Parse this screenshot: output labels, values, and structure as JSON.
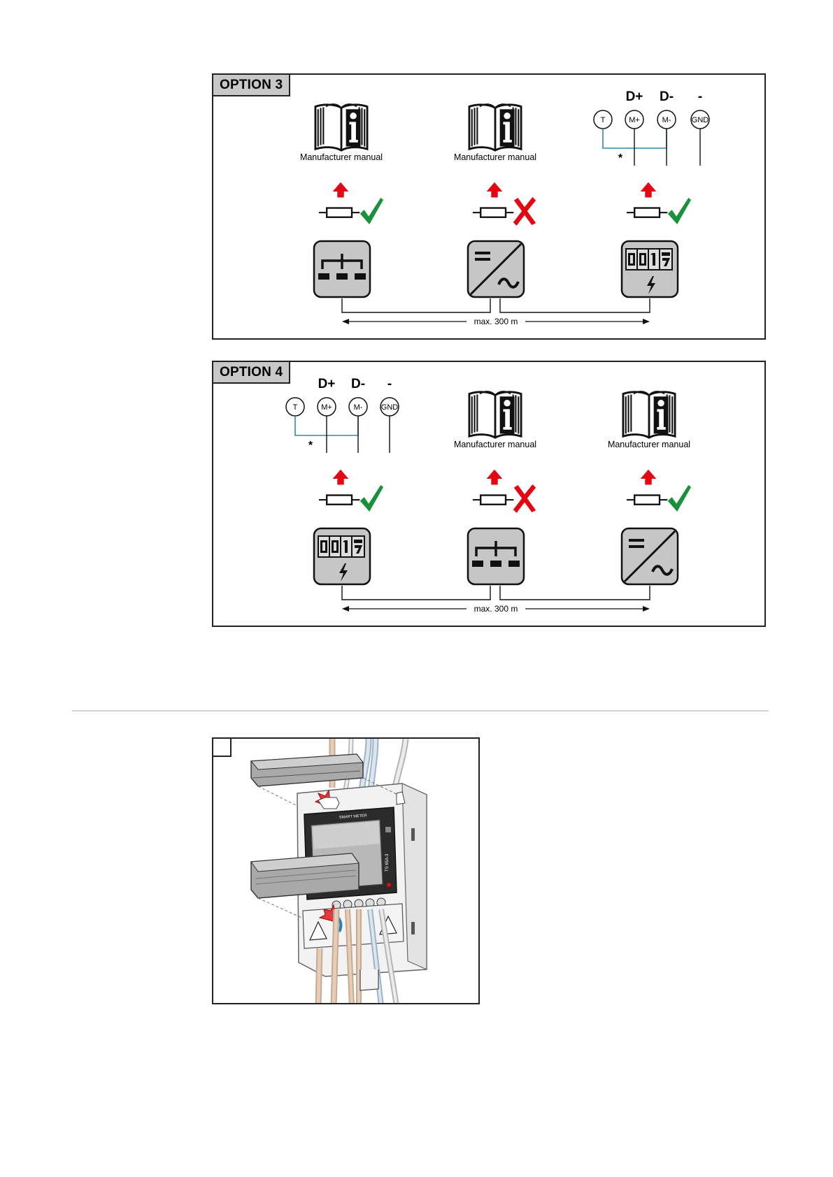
{
  "option3": {
    "label": "OPTION 3",
    "manual_left": "Manufacturer manual",
    "manual_mid": "Manufacturer manual",
    "terminals": {
      "dplus": "D+",
      "dminus": "D-",
      "gnd_sign": "-",
      "t": "T",
      "mplus": "M+",
      "mminus": "M-",
      "gnd": "GND",
      "asterisk": "*"
    },
    "distance": "max. 300 m",
    "terminations": [
      "ok",
      "not-allowed",
      "ok"
    ],
    "devices": [
      "battery-icon",
      "inverter-icon",
      "energy-meter-icon"
    ],
    "meter_digits": "001"
  },
  "option4": {
    "label": "OPTION 4",
    "manual_mid": "Manufacturer manual",
    "manual_right": "Manufacturer manual",
    "terminals": {
      "dplus": "D+",
      "dminus": "D-",
      "gnd_sign": "-",
      "t": "T",
      "mplus": "M+",
      "mminus": "M-",
      "gnd": "GND",
      "asterisk": "*"
    },
    "distance": "max. 300 m",
    "terminations": [
      "ok",
      "not-allowed",
      "ok"
    ],
    "devices": [
      "energy-meter-icon",
      "battery-icon",
      "inverter-icon"
    ],
    "meter_digits": "001"
  },
  "illustration": {
    "step": "",
    "device_caption": "SMART METER",
    "device_model": "TS 65A-3"
  },
  "colors": {
    "red": "#e30613",
    "green": "#19913a",
    "device_gray": "#c6c6c6",
    "cable_teal": "#2a8ca8"
  }
}
